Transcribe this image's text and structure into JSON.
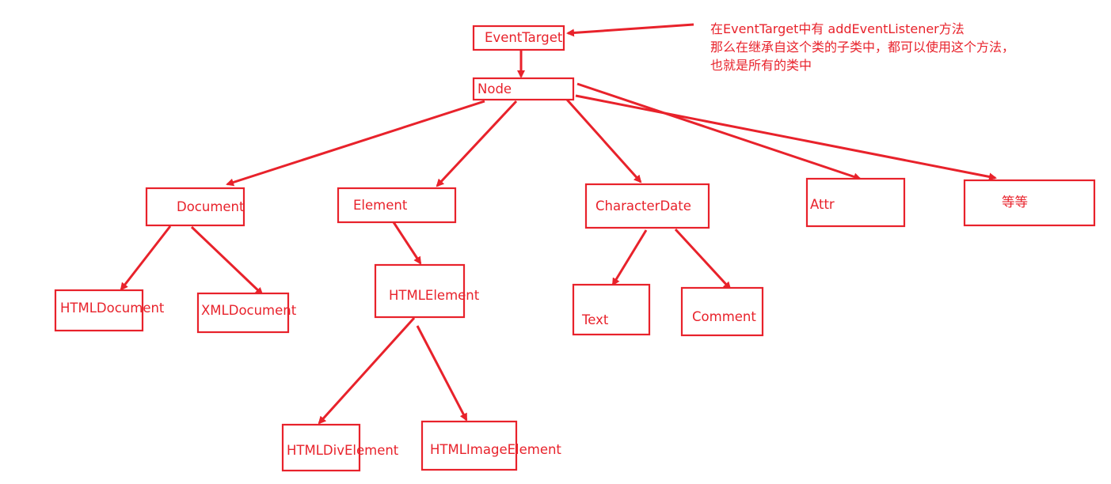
{
  "colors": {
    "accent": "#e8222b",
    "background": "#ffffff"
  },
  "nodes": {
    "eventtarget": "EventTarget",
    "node": "Node",
    "document": "Document",
    "element": "Element",
    "characterdate": "CharacterDate",
    "attr": "Attr",
    "etc": "等等",
    "htmldocument": "HTMLDocument",
    "xmldocument": "XMLDocument",
    "htmlelement": "HTMLElement",
    "text": "Text",
    "comment": "Comment",
    "htmldivelement": "HTMLDivElement",
    "htmlimageelement": "HTMLImageElement"
  },
  "note": {
    "line1": "在EventTarget中有 addEventListener方法",
    "line2": "那么在继承自这个类的子类中，都可以使用这个方法，",
    "line3": "也就是所有的类中"
  }
}
